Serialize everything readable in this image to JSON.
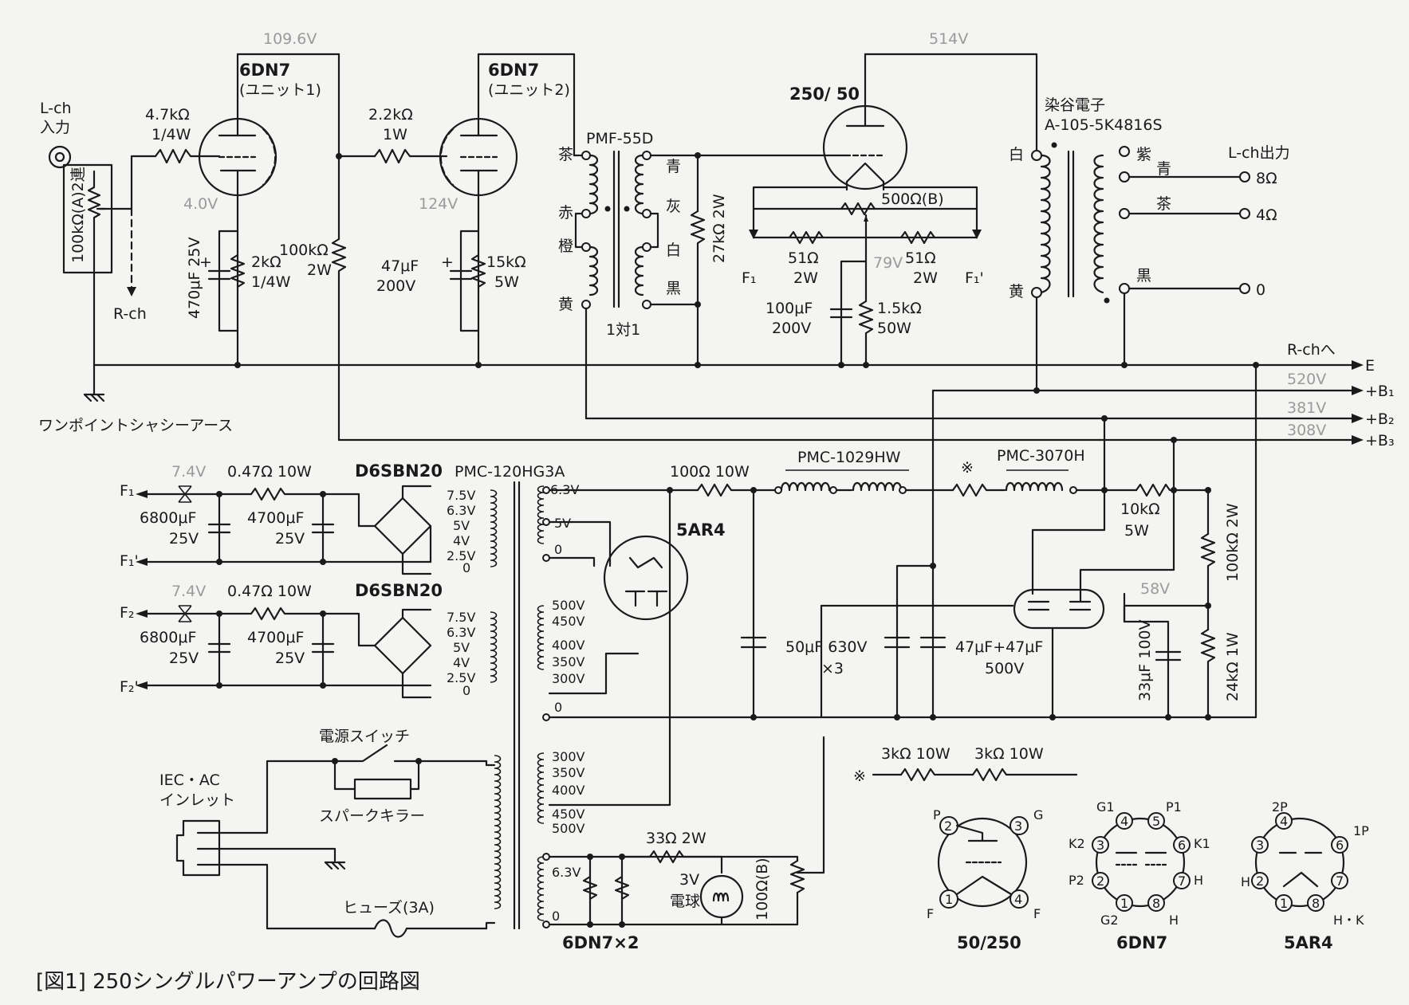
{
  "caption": "[図1]  250シングルパワーアンプの回路図",
  "input": {
    "label_l1": "L-ch",
    "label_l2": "入力",
    "vol": "100kΩ(A)2連",
    "rch": "R-ch"
  },
  "ground_label": "ワンポイントシャシーアース",
  "stage1": {
    "tube": "6DN7",
    "unit": "(ユニット1)",
    "r_grid_v": "4.7kΩ",
    "r_grid_w": "1/4W",
    "v_plate": "109.6V",
    "v_cath": "4.0V",
    "c_cath_v": "470μF 25V",
    "r_cath_v": "2kΩ",
    "r_cath_w": "1/4W",
    "r_plate_v": "100kΩ",
    "r_plate_w": "2W"
  },
  "stage2": {
    "tube": "6DN7",
    "unit": "(ユニット2)",
    "r_grid_v": "2.2kΩ",
    "r_grid_w": "1W",
    "v_cath": "124V",
    "c_cath_v": "47μF",
    "c_cath_w": "200V",
    "r_cath_v": "15kΩ",
    "r_cath_w": "5W"
  },
  "inter": {
    "name": "PMF-55D",
    "ratio": "1対1",
    "r_load": "27kΩ 2W",
    "left": [
      "茶",
      "赤",
      "橙",
      "黄"
    ],
    "right": [
      "青",
      "灰",
      "白",
      "黒"
    ]
  },
  "power": {
    "tube": "250/ 50",
    "v_plate": "514V",
    "hum_pot": "500Ω(B)",
    "r_a": "51Ω",
    "r_a_w": "2W",
    "r_b": "51Ω",
    "r_b_w": "2W",
    "v_bias": "79V",
    "c_bias_v": "100μF",
    "c_bias_w": "200V",
    "r_bias_v": "1.5kΩ",
    "r_bias_w": "50W",
    "f1": "F₁",
    "f1p": "F₁'"
  },
  "opt": {
    "maker": "染谷電子",
    "model": "A-105-5K4816S",
    "p_white": "白",
    "p_yellow": "黄",
    "s_purple": "紫",
    "s_blue": "青",
    "s_brown": "茶",
    "s_black": "黒",
    "out_title": "L-ch出力",
    "o8": "8Ω",
    "o4": "4Ω",
    "o0": "0"
  },
  "rails": {
    "rch": "R-chへ",
    "e": "E",
    "v1": "520V",
    "b1": "+B₁",
    "v2": "381V",
    "b2": "+B₂",
    "v3": "308V",
    "b3": "+B₃"
  },
  "heater1": {
    "f": "F₁",
    "fp": "F₁'",
    "v": "7.4V",
    "r": "0.47Ω 10W",
    "c1": "6800μF",
    "c1w": "25V",
    "c2": "4700μF",
    "c2w": "25V",
    "bridge": "D6SBN20"
  },
  "heater2": {
    "f": "F₂",
    "fp": "F₂'",
    "v": "7.4V",
    "r": "0.47Ω 10W",
    "c1": "6800μF",
    "c1w": "25V",
    "c2": "4700μF",
    "c2w": "25V",
    "bridge": "D6SBN20"
  },
  "ptrans": {
    "name": "PMC-120HG3A",
    "taps_h1": [
      "7.5V",
      "6.3V",
      "5V",
      "4V",
      "2.5V",
      "0"
    ],
    "taps_h2": [
      "7.5V",
      "6.3V",
      "5V",
      "4V",
      "2.5V",
      "0"
    ],
    "rect_taps": [
      "6.3V",
      "5V",
      "0"
    ],
    "hv_taps": [
      "500V",
      "450V",
      "400V",
      "350V",
      "300V"
    ],
    "hv_zero": "0",
    "prim_taps": [
      "300V",
      "350V",
      "400V",
      "450V",
      "500V"
    ],
    "heat_taps": [
      "6.3V",
      "0"
    ]
  },
  "supply": {
    "rect": "5AR4",
    "r1": "100Ω 10W",
    "ch1": "PMC-1029HW",
    "mark": "※",
    "ch2": "PMC-3070H",
    "c1": "50μF 630V",
    "c1n": "×3",
    "r2": "10kΩ",
    "r2w": "5W",
    "c2": "47μF+47μF",
    "c2w": "500V",
    "r3": "100kΩ 2W",
    "r4": "24kΩ 1W",
    "v58": "58V",
    "c3": "33μF 100V"
  },
  "mains": {
    "switch": "電源スイッチ",
    "killer": "スパークキラー",
    "inlet1": "IEC・AC",
    "inlet2": "インレット",
    "fuse": "ヒューズ(3A)"
  },
  "heaterdc": {
    "r": "33Ω 2W",
    "lamp_v": "3V",
    "lamp": "電球",
    "pot": "100Ω(B)",
    "tubes": "6DN7×2"
  },
  "note": {
    "mark": "※",
    "r1": "3kΩ 10W",
    "r2": "3kΩ 10W"
  },
  "pinouts": [
    {
      "name": "50/250",
      "pins": [
        "P",
        "G",
        "F",
        "F"
      ]
    },
    {
      "name": "6DN7",
      "pins": [
        "G1",
        "P1",
        "K2",
        "K1",
        "P2",
        "H",
        "G2",
        "H"
      ]
    },
    {
      "name": "5AR4",
      "pins": [
        "2P",
        "1P",
        "H",
        "H・K"
      ]
    }
  ]
}
